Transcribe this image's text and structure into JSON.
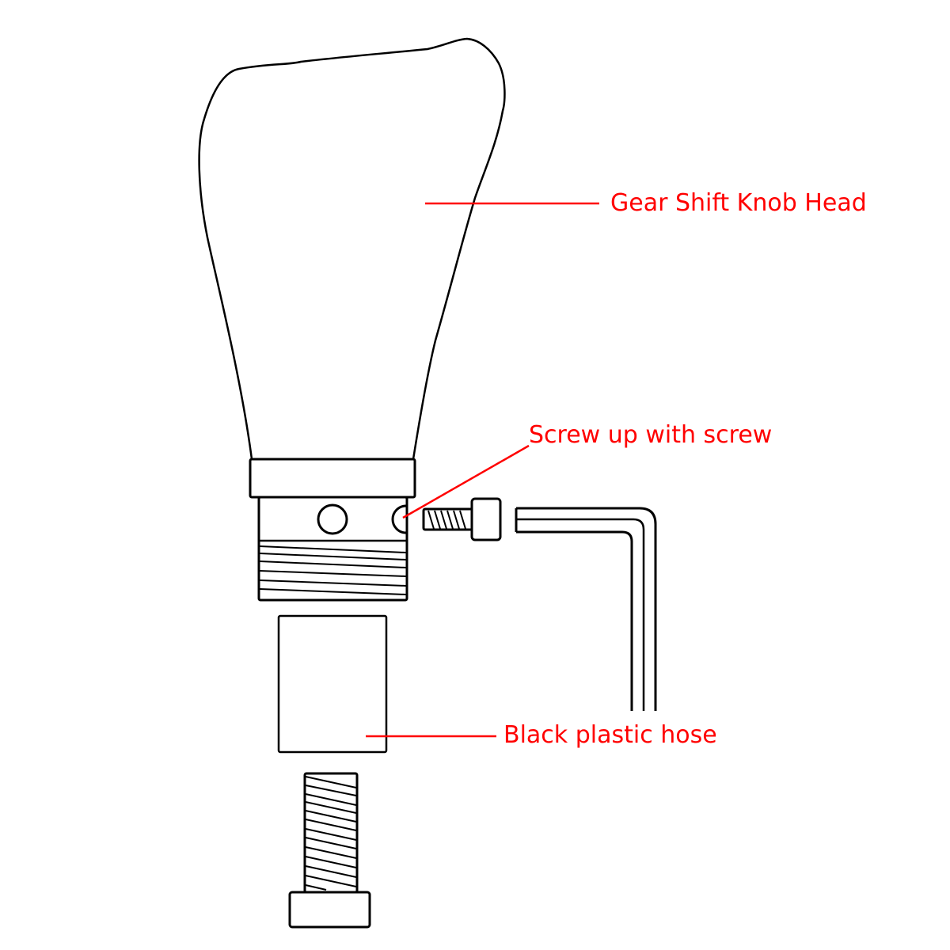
{
  "diagram": {
    "title": "",
    "colors": {
      "line": "#000000",
      "annotation": "#ff0000",
      "background": "#ffffff"
    },
    "parts": [
      {
        "id": "knob-head",
        "name": "Gear Shift Knob Head"
      },
      {
        "id": "collar-ring",
        "name": "Collar ring"
      },
      {
        "id": "threaded-base",
        "name": "Threaded base with screw holes"
      },
      {
        "id": "set-screw",
        "name": "Set screw"
      },
      {
        "id": "allen-key",
        "name": "Allen hex key"
      },
      {
        "id": "plastic-hose",
        "name": "Black plastic hose"
      },
      {
        "id": "bolt",
        "name": "Threaded bolt"
      }
    ],
    "labels": {
      "knob_head": "Gear Shift Knob Head",
      "screw_up": "Screw up with screw",
      "plastic_hose": "Black plastic hose"
    }
  }
}
